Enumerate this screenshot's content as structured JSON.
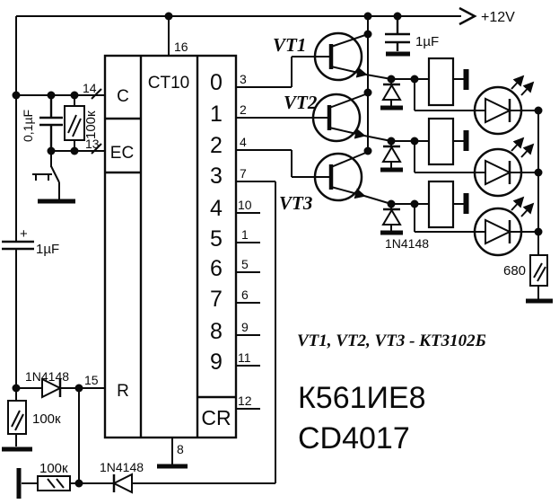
{
  "colors": {
    "ink": "#0a0a0a",
    "background": "#ffffff"
  },
  "power": {
    "rail_label": "+12V",
    "cap_top": "1µF",
    "cap_left_plus": "+",
    "cap_left": "1µF",
    "cap_timing": "0,1µF"
  },
  "ic": {
    "name": "CT10",
    "pin_vdd": "16",
    "pin_gnd": "8",
    "input_c": {
      "label": "C",
      "pin": "14"
    },
    "input_ec": {
      "label": "EC",
      "pin": "13"
    },
    "input_r": {
      "label": "R",
      "pin": "15"
    },
    "outputs": [
      {
        "digit": "0",
        "pin": "3"
      },
      {
        "digit": "1",
        "pin": "2"
      },
      {
        "digit": "2",
        "pin": "4"
      },
      {
        "digit": "3",
        "pin": "7"
      },
      {
        "digit": "4",
        "pin": "10"
      },
      {
        "digit": "5",
        "pin": "1"
      },
      {
        "digit": "6",
        "pin": "5"
      },
      {
        "digit": "7",
        "pin": "6"
      },
      {
        "digit": "8",
        "pin": "9"
      },
      {
        "digit": "9",
        "pin": "11"
      }
    ],
    "carry": {
      "label": "CR",
      "pin": "12"
    }
  },
  "components": {
    "r_osc": "100к",
    "r_reset": "100к",
    "r_feedback": "100к",
    "r_led": "680",
    "d_reset": "1N4148",
    "d_feedback": "1N4148",
    "d_relay": "1N4148",
    "vt1": "VT1",
    "vt2": "VT2",
    "vt3": "VT3"
  },
  "annotations": {
    "transistors_note": "VT1, VT2, VT3 - КТ3102Б",
    "ic_name_ru": "К561ИЕ8",
    "ic_name_intl": "CD4017"
  }
}
